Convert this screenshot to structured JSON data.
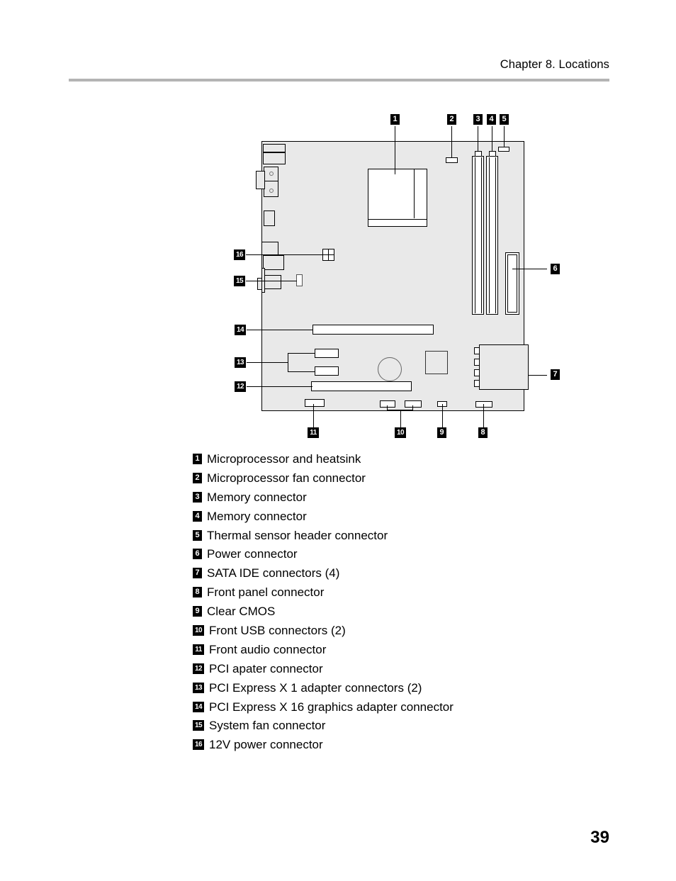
{
  "header": {
    "chapter_title": "Chapter 8. Locations",
    "rule_color": "#b4b4b4"
  },
  "page": {
    "number": "39",
    "background": "#ffffff"
  },
  "figure": {
    "name": "system-board-locations-diagram",
    "board_fill": "#e9e9e9",
    "line_color": "#000000",
    "callouts": [
      {
        "id": "1",
        "label": "1",
        "position": "top"
      },
      {
        "id": "2",
        "label": "2",
        "position": "top"
      },
      {
        "id": "3",
        "label": "3",
        "position": "top"
      },
      {
        "id": "4",
        "label": "4",
        "position": "top"
      },
      {
        "id": "5",
        "label": "5",
        "position": "top"
      },
      {
        "id": "6",
        "label": "6",
        "position": "right"
      },
      {
        "id": "7",
        "label": "7",
        "position": "right"
      },
      {
        "id": "8",
        "label": "8",
        "position": "bottom"
      },
      {
        "id": "9",
        "label": "9",
        "position": "bottom"
      },
      {
        "id": "10",
        "label": "10",
        "position": "bottom"
      },
      {
        "id": "11",
        "label": "11",
        "position": "bottom"
      },
      {
        "id": "12",
        "label": "12",
        "position": "left"
      },
      {
        "id": "13",
        "label": "13",
        "position": "left"
      },
      {
        "id": "14",
        "label": "14",
        "position": "left"
      },
      {
        "id": "15",
        "label": "15",
        "position": "left"
      },
      {
        "id": "16",
        "label": "16",
        "position": "left"
      }
    ]
  },
  "legend": {
    "items": [
      {
        "num": "1",
        "text": "Microprocessor and heatsink"
      },
      {
        "num": "2",
        "text": "Microprocessor fan connector"
      },
      {
        "num": "3",
        "text": "Memory connector"
      },
      {
        "num": "4",
        "text": "Memory connector"
      },
      {
        "num": "5",
        "text": "Thermal sensor header connector"
      },
      {
        "num": "6",
        "text": "Power connector"
      },
      {
        "num": "7",
        "text": "SATA IDE connectors (4)"
      },
      {
        "num": "8",
        "text": "Front panel connector"
      },
      {
        "num": "9",
        "text": "Clear CMOS"
      },
      {
        "num": "10",
        "text": "Front USB connectors (2)"
      },
      {
        "num": "11",
        "text": "Front audio connector"
      },
      {
        "num": "12",
        "text": "PCI apater connector"
      },
      {
        "num": "13",
        "text": "PCI Express X 1 adapter connectors (2)"
      },
      {
        "num": "14",
        "text": "PCI Express X 16 graphics adapter connector"
      },
      {
        "num": "15",
        "text": "System fan connector"
      },
      {
        "num": "16",
        "text": "12V power connector"
      }
    ]
  }
}
